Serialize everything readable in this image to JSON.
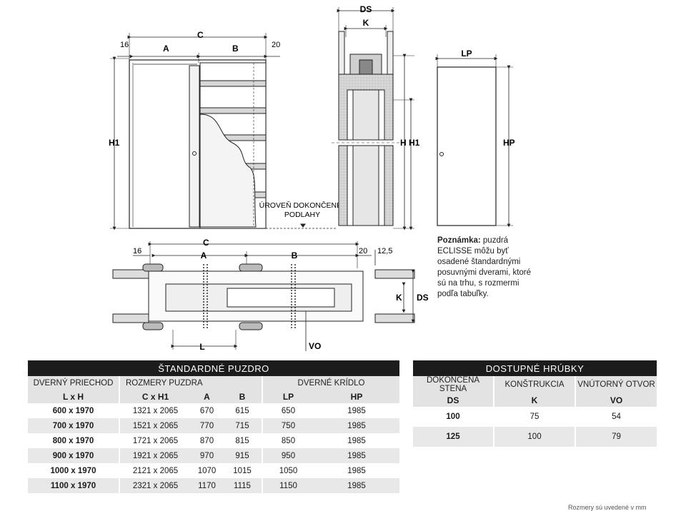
{
  "drawing_labels": {
    "dim_16": "16",
    "dim_A": "A",
    "dim_C": "C",
    "dim_B": "B",
    "dim_20": "20",
    "dim_H1_left": "H1",
    "dim_DS": "DS",
    "dim_K": "K",
    "dim_H_H1": "H H1",
    "dim_LP": "LP",
    "dim_HP": "HP",
    "floor_line1": "ÚROVEŇ DOKONČENEJ",
    "floor_line2": "PODLAHY",
    "plan_16": "16",
    "plan_A": "A",
    "plan_C": "C",
    "plan_B": "B",
    "plan_20": "20",
    "plan_12_5": "12,5",
    "plan_K": "K",
    "plan_DS": "DS",
    "plan_L": "L",
    "plan_VO": "VO"
  },
  "note": {
    "bold": "Poznámka:",
    "text": " puzdrá ECLISSE môžu byť osadené štandardnými posuvnými dverami, ktoré sú na trhu, s rozmermi podľa tabuľky."
  },
  "standard_table": {
    "title": "ŠTANDARDNÉ PUZDRO",
    "group_opening": "DVERNÝ PRIECHOD",
    "group_frame": "ROZMERY PUZDRA",
    "group_leaf": "DVERNÉ KRÍDLO",
    "col_lxh": "L x H",
    "col_cxh1": "C x H1",
    "col_a": "A",
    "col_b": "B",
    "col_lp": "LP",
    "col_hp": "HP",
    "rows": [
      {
        "lxh": "600 x 1970",
        "cxh1": "1321 x 2065",
        "a": "670",
        "b": "615",
        "lp": "650",
        "hp": "1985"
      },
      {
        "lxh": "700 x 1970",
        "cxh1": "1521 x 2065",
        "a": "770",
        "b": "715",
        "lp": "750",
        "hp": "1985"
      },
      {
        "lxh": "800 x 1970",
        "cxh1": "1721 x 2065",
        "a": "870",
        "b": "815",
        "lp": "850",
        "hp": "1985"
      },
      {
        "lxh": "900 x 1970",
        "cxh1": "1921 x 2065",
        "a": "970",
        "b": "915",
        "lp": "950",
        "hp": "1985"
      },
      {
        "lxh": "1000 x 1970",
        "cxh1": "2121 x 2065",
        "a": "1070",
        "b": "1015",
        "lp": "1050",
        "hp": "1985"
      },
      {
        "lxh": "1100 x 1970",
        "cxh1": "2321 x 2065",
        "a": "1170",
        "b": "1115",
        "lp": "1150",
        "hp": "1985"
      }
    ]
  },
  "thickness_table": {
    "title": "DOSTUPNÉ HRÚBKY",
    "h_wall": "DOKONČENÁ STENA",
    "h_struct": "KONŠTRUKCIA",
    "h_opening": "VNÚTORNÝ OTVOR",
    "c_ds": "DS",
    "c_k": "K",
    "c_vo": "VO",
    "rows": [
      {
        "ds": "100",
        "k": "75",
        "vo": "54"
      },
      {
        "ds": "125",
        "k": "100",
        "vo": "79"
      }
    ]
  },
  "footer": "Rozmery sú uvedené v mm"
}
